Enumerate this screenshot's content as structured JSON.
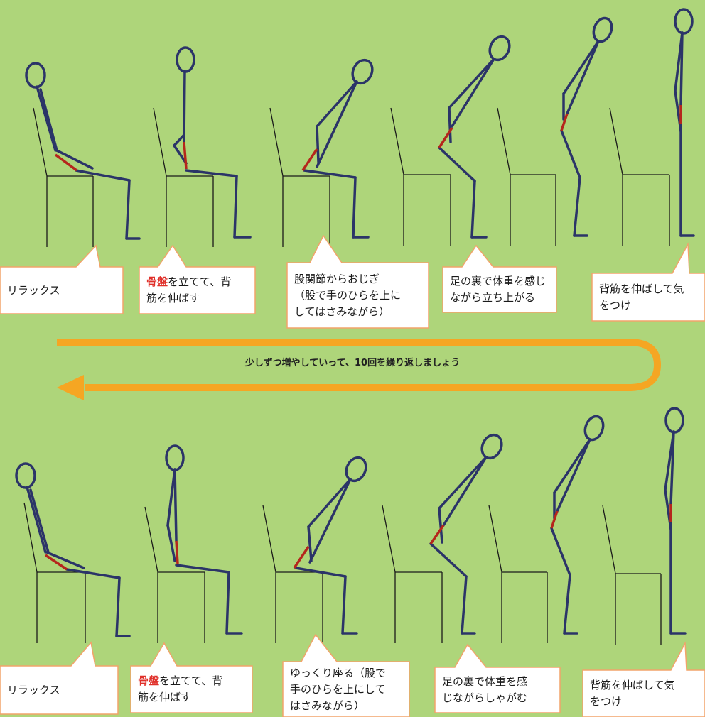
{
  "colors": {
    "background": "#aed57a",
    "figure": "#2b3468",
    "highlight": "#b5261c",
    "chair": "#1a1a1a",
    "callout_border": "#f2a36a",
    "arrow": "#f5a623",
    "emphasis_text": "#e0302a"
  },
  "banner": {
    "text": "少しずつ増やしていって、10回を繰り返しましょう"
  },
  "top_row": {
    "callouts": [
      {
        "text": "リラックス"
      },
      {
        "emph": "骨盤",
        "text": "を立てて、背\n筋を伸ばす"
      },
      {
        "text": "股関節からおじぎ\n（股で手のひらを上に\nしてはさみながら）"
      },
      {
        "text": "足の裏で体重を感じ\nながら立ち上がる"
      },
      {
        "text": "背筋を伸ばして気\nをつけ"
      }
    ]
  },
  "bottom_row": {
    "callouts": [
      {
        "text": "リラックス"
      },
      {
        "emph": "骨盤",
        "text": "を立てて、背\n筋を伸ばす"
      },
      {
        "text": "ゆっくり座る（股で\n手のひらを上にして\nはさみながら）"
      },
      {
        "text": "足の裏で体重を感\nじながらしゃがむ"
      },
      {
        "text": "背筋を伸ばして気\nをつけ"
      }
    ]
  }
}
